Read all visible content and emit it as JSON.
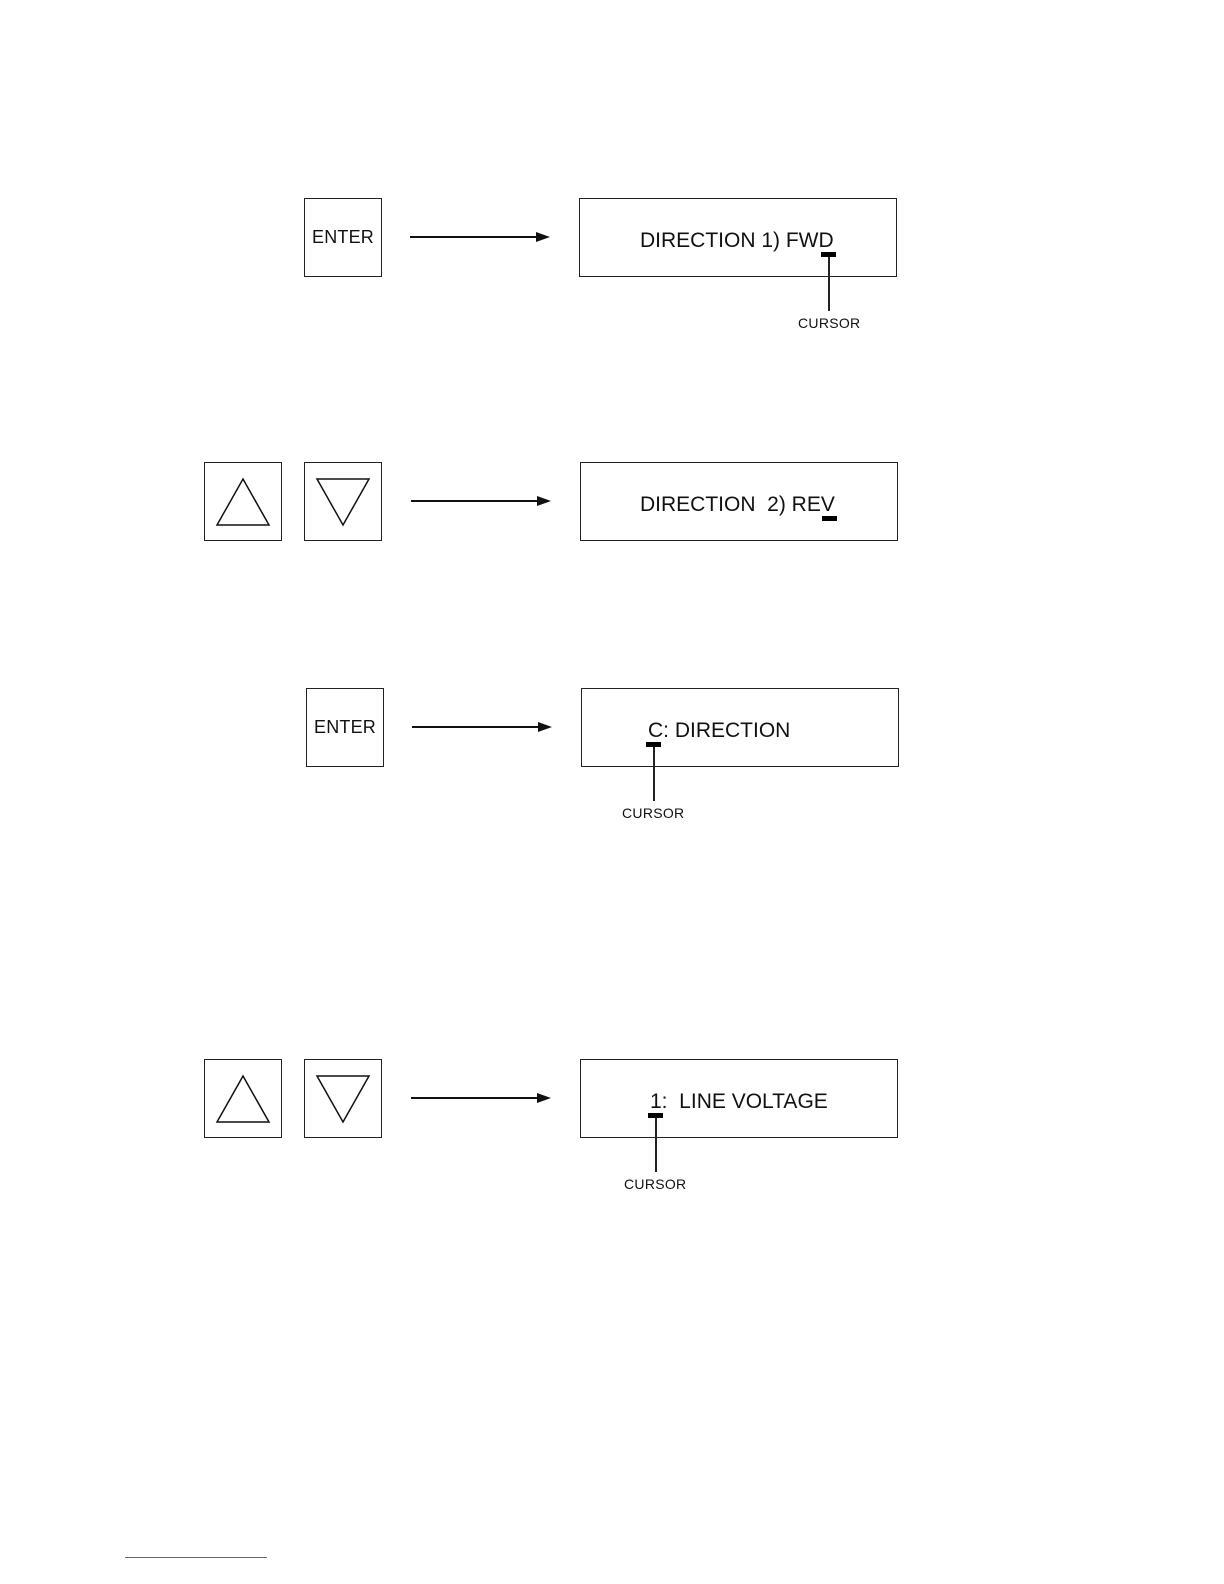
{
  "steps": [
    {
      "keys": [
        "ENTER"
      ],
      "display_text": "DIRECTION 1) FWD",
      "cursor_label": "CURSOR"
    },
    {
      "keys": [
        "up-arrow",
        "down-arrow"
      ],
      "display_text": "DIRECTION  2) REV",
      "cursor_label": ""
    },
    {
      "keys": [
        "ENTER"
      ],
      "display_text": "C: DIRECTION",
      "cursor_label": "CURSOR"
    },
    {
      "keys": [
        "up-arrow",
        "down-arrow"
      ],
      "display_text": "1:  LINE VOLTAGE",
      "cursor_label": "CURSOR"
    }
  ]
}
